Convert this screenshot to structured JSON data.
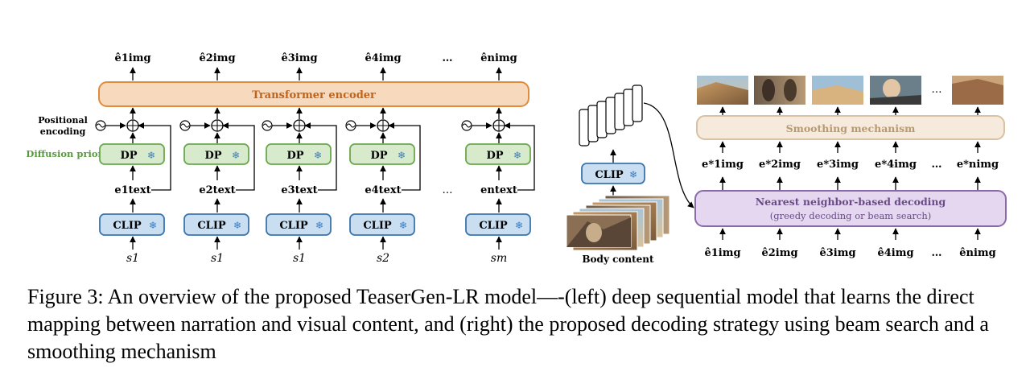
{
  "left": {
    "outputs": [
      "ê1img",
      "ê2img",
      "ê3img",
      "ê4img",
      "…",
      "ênimg"
    ],
    "transformer_label": "Transformer encoder",
    "positional_label_1": "Positional",
    "positional_label_2": "encoding",
    "diffusion_prior_label": "Diffusion prior",
    "dp_label": "DP",
    "clip_label": "CLIP",
    "snowflake": "❄",
    "text_embeddings": [
      "e1text",
      "e2text",
      "e3text",
      "e4text",
      "…",
      "entext"
    ],
    "inputs": [
      "s1",
      "s1",
      "s1",
      "s2",
      "sm"
    ]
  },
  "right": {
    "clip_label": "CLIP",
    "snowflake": "❄",
    "body_content_label": "Body content",
    "smoothing_label": "Smoothing mechanism",
    "nn_label": "Nearest neighbor-based decoding",
    "nn_sub_label": "(greedy decoding or beam search)",
    "decoded": [
      "e*1img",
      "e*2img",
      "e*3img",
      "e*4img",
      "…",
      "e*nimg"
    ],
    "inputs": [
      "ê1img",
      "ê2img",
      "ê3img",
      "ê4img",
      "…",
      "ênimg"
    ],
    "ellipsis_frames": "…"
  },
  "caption": "Figure 3: An overview of the proposed TeaserGen-LR model—-(left) deep sequential model that learns the direct mapping between narration and visual content, and (right) the proposed decoding strategy using beam search and a smoothing mechanism"
}
